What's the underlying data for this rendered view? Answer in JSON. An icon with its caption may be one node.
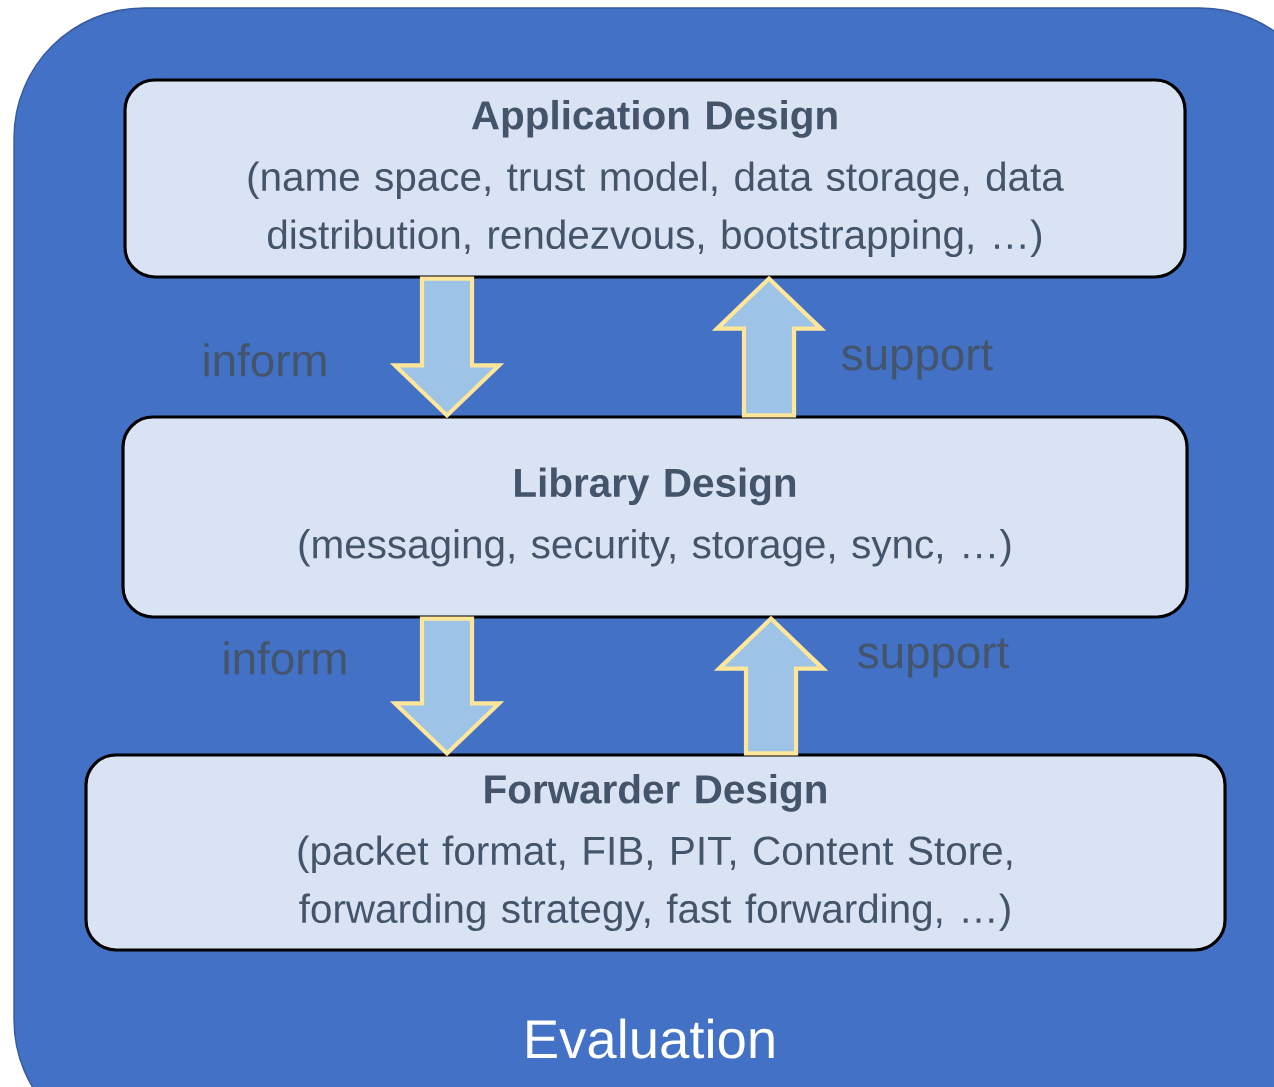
{
  "diagram": {
    "nodes": [
      {
        "text": [
          "Evaluation"
        ]
      },
      {
        "text": [
          "Application Design",
          "(name space, trust model, data storage, data distribution, rendezvous, bootstrapping, …)"
        ],
        "in": 0
      },
      {
        "text": [
          "Library Design",
          "(messaging, security, storage, sync, …)"
        ],
        "in": 0
      },
      {
        "text": [
          "Forwarder Design",
          "(packet format, FIB, PIT, Content Store, forwarding strategy, fast forwarding, …)"
        ],
        "in": 0
      }
    ],
    "edges": [
      {
        "from": 1,
        "to": 2,
        "arrow": "to",
        "label": "inform"
      },
      {
        "from": 2,
        "to": 1,
        "arrow": "to",
        "label": "support"
      },
      {
        "from": 2,
        "to": 3,
        "arrow": "to",
        "label": "inform"
      },
      {
        "from": 3,
        "to": 2,
        "arrow": "to",
        "label": "support"
      }
    ]
  }
}
